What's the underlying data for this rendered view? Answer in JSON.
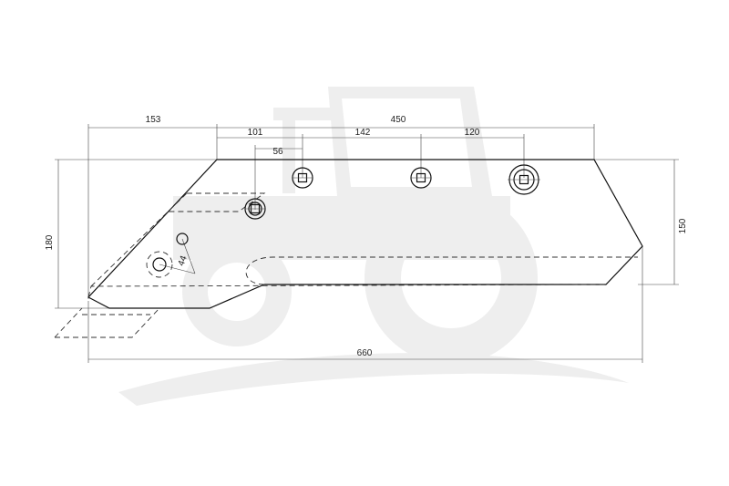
{
  "dimensions": {
    "d153": "153",
    "d450": "450",
    "d101": "101",
    "d142": "142",
    "d120": "120",
    "d56": "56",
    "d180": "180",
    "d150": "150",
    "d44": "44",
    "d660": "660"
  },
  "colors": {
    "line": "#111111",
    "watermark": "#eeeeee"
  },
  "icons": {
    "watermark": "tractor-watermark-icon"
  }
}
